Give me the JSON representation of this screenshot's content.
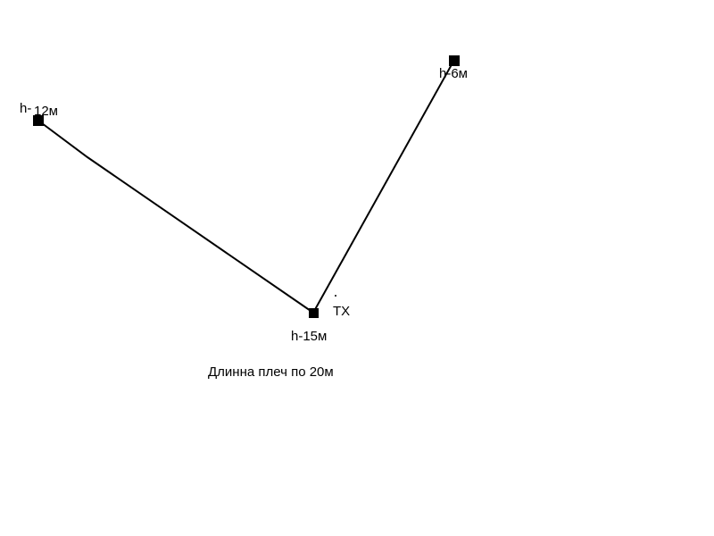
{
  "nodes": {
    "left": {
      "height_label_prefix": "h-",
      "height_label_value": "12м"
    },
    "right": {
      "height_label": "h-6м"
    },
    "center": {
      "height_label": "h-15м",
      "tag": "TX"
    }
  },
  "note": "Длинна плеч по 20м",
  "colors": {
    "line": "#000000",
    "marker": "#000000",
    "background": "#ffffff"
  }
}
